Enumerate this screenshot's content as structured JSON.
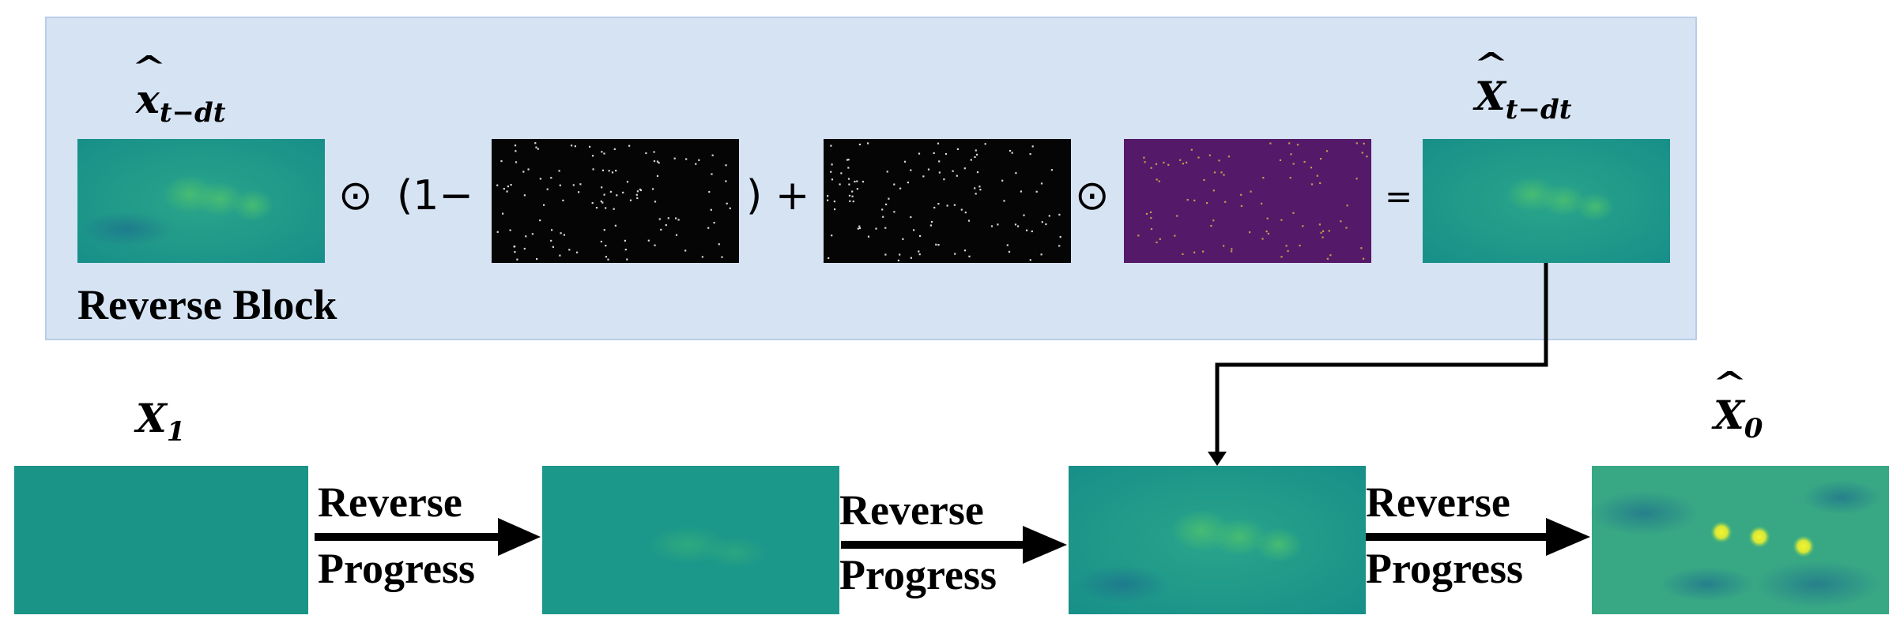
{
  "reverse_block": {
    "title": "Reverse Block",
    "input_label": "x̂",
    "input_sub": "t−dt",
    "output_label": "X̂",
    "output_sub": "t−dt",
    "op_odot": "⊙",
    "op_open": "(1−",
    "op_close_plus": ") +",
    "op_equals": "="
  },
  "chain": {
    "start_label": "X",
    "start_sub": "1",
    "end_label": "X̂",
    "end_sub": "0",
    "arrows": [
      {
        "line1": "Reverse",
        "line2": "Progress"
      },
      {
        "line1": "Reverse",
        "line2": "Progress"
      },
      {
        "line1": "Reverse",
        "line2": "Progress"
      }
    ]
  },
  "colors": {
    "block_bg": "#d6e3f3",
    "block_border": "#aec4e2",
    "teal": "#1a9a8a",
    "mask_black": "#050505",
    "purple": "#5a1f6e",
    "yellow_spot": "#e8ef2a"
  }
}
